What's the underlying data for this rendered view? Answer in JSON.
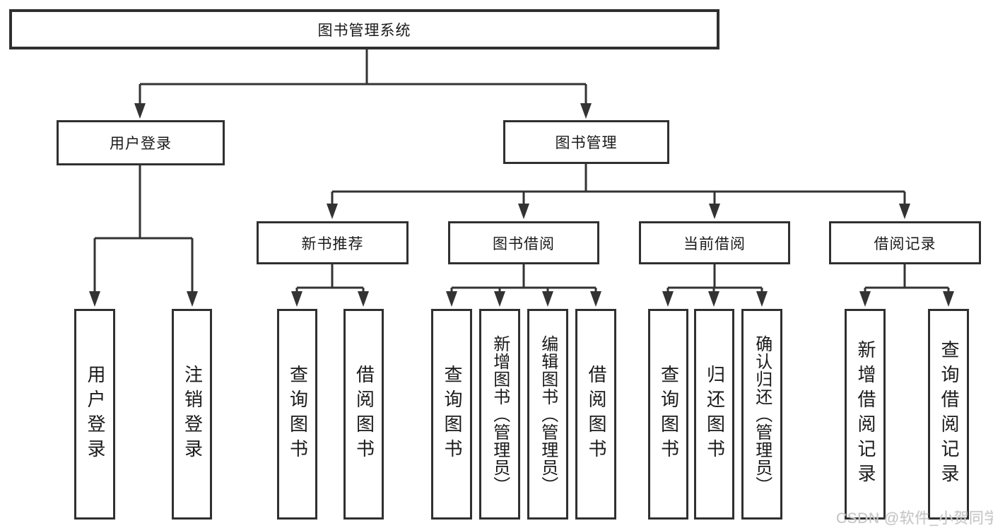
{
  "diagram": {
    "root": {
      "label": "图书管理系统"
    },
    "level2": [
      {
        "label": "用户登录"
      },
      {
        "label": "图书管理"
      }
    ],
    "level3": [
      {
        "label": "新书推荐"
      },
      {
        "label": "图书借阅"
      },
      {
        "label": "当前借阅"
      },
      {
        "label": "借阅记录"
      }
    ],
    "leaves": {
      "user_login": [
        "用户登录",
        "注销登录"
      ],
      "new_books": [
        "查询图书",
        "借阅图书"
      ],
      "book_borrow": [
        "查询图书",
        "新增图书（管理员）",
        "编辑图书（管理员）",
        "借阅图书"
      ],
      "current_borrow": [
        "查询图书",
        "归还图书",
        "确认归还（管理员）"
      ],
      "borrow_records": [
        "新增借阅记录",
        "查询借阅记录"
      ]
    }
  },
  "colors": {
    "line": "#333333",
    "box_border": "#303030",
    "text": "#1a1a1a",
    "background": "#ffffff",
    "watermark": "#c7c7c7"
  },
  "watermark": {
    "text": "CSDN @软件_小贺同学"
  }
}
